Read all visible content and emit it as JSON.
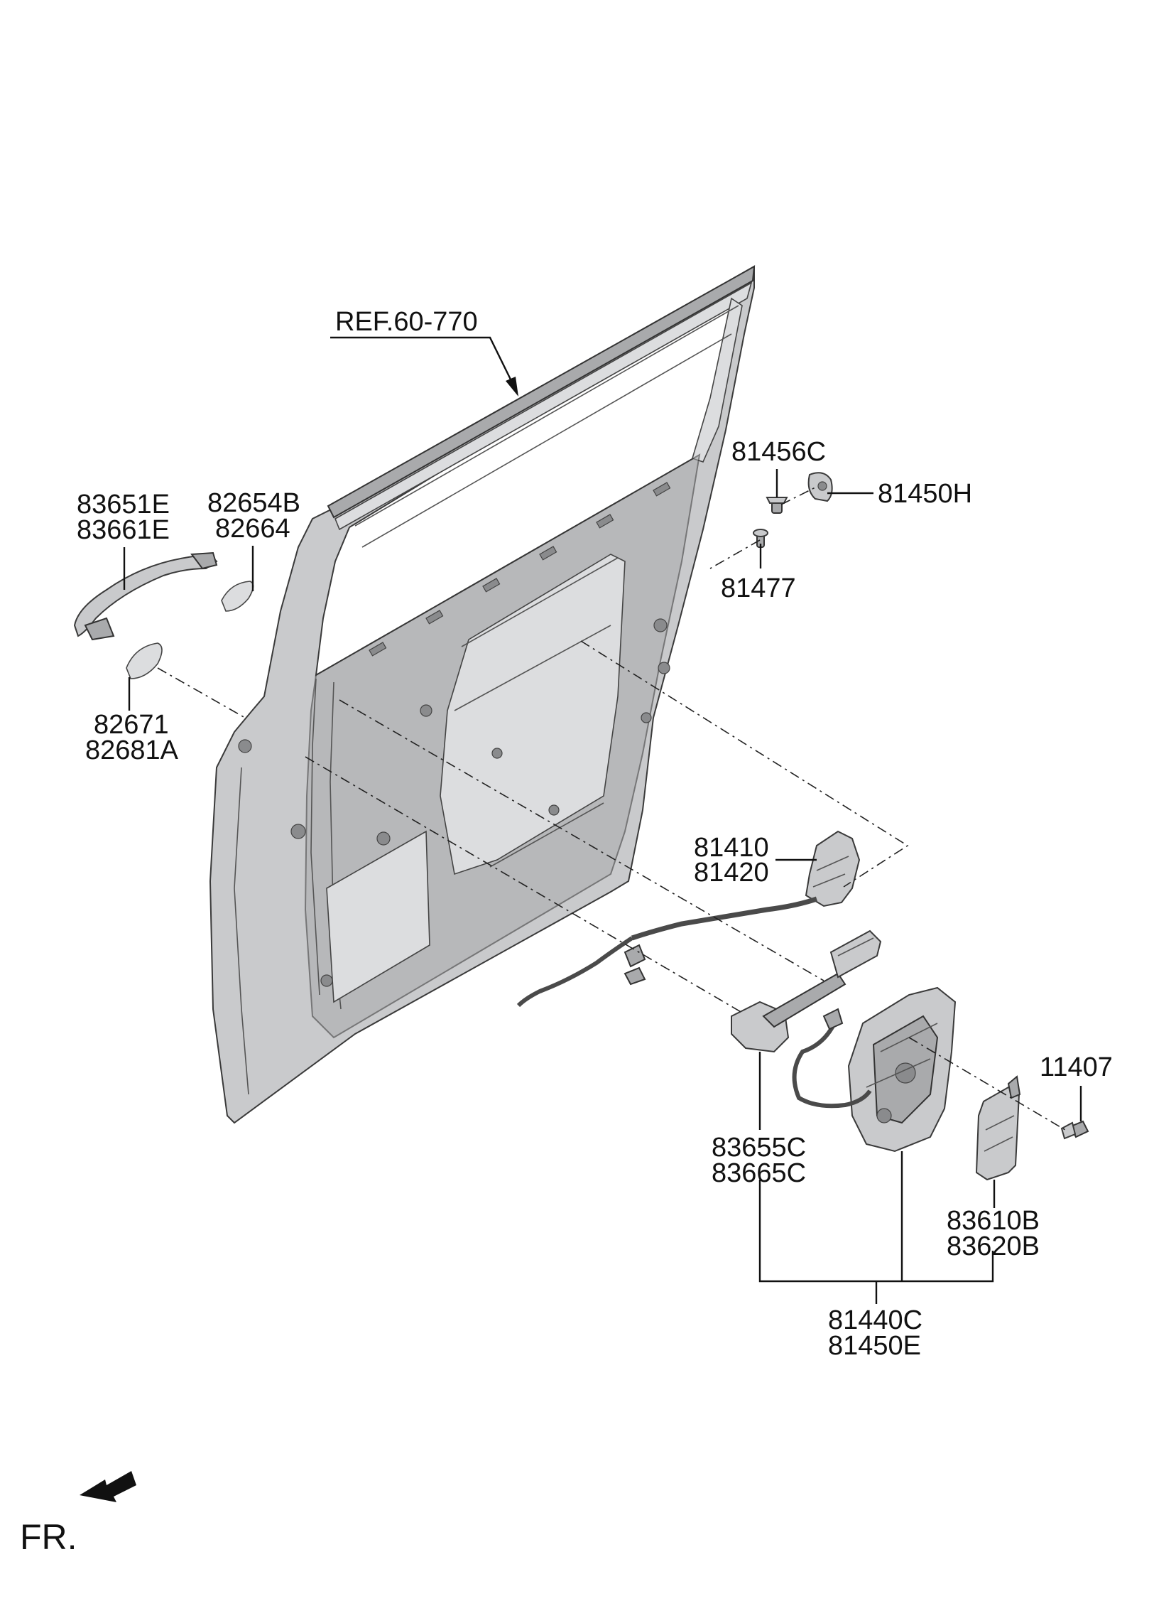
{
  "diagram": {
    "ref_label": "REF.60-770",
    "direction_label": "FR.",
    "labels": {
      "l_83651e": "83651E",
      "l_83661e": "83661E",
      "l_82654b": "82654B",
      "l_82664": "82664",
      "l_82671": "82671",
      "l_82681a": "82681A",
      "l_81456c": "81456C",
      "l_81450h": "81450H",
      "l_81477": "81477",
      "l_81410": "81410",
      "l_81420": "81420",
      "l_11407": "11407",
      "l_83655c": "83655C",
      "l_83665c": "83665C",
      "l_83610b": "83610B",
      "l_83620b": "83620B",
      "l_81440c": "81440C",
      "l_81450e": "81450E"
    }
  }
}
